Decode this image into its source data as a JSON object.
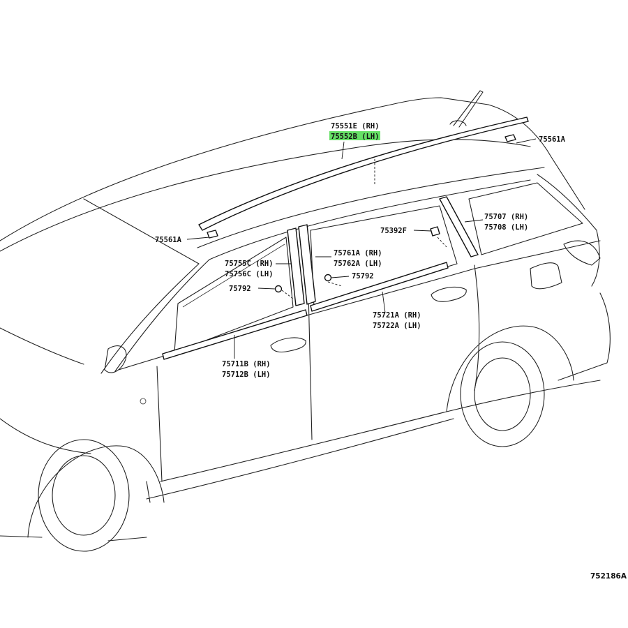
{
  "colors": {
    "highlight": "#66e066",
    "ink": "#111111"
  },
  "callouts": {
    "roof_rh": "75551E (RH)",
    "roof_lh": "75552B (LH)",
    "clip_rear": "75561A",
    "clip_front": "75561A",
    "rear_pillar_rh": "75707 (RH)",
    "rear_pillar_lh": "75708 (LH)",
    "clip_75392": "75392F",
    "center_pillar_rh": "75761A (RH)",
    "center_pillar_lh": "75762A (LH)",
    "front_pillar_rh": "75755C (RH)",
    "front_pillar_lh": "75756C (LH)",
    "clip_75792_left": "75792",
    "clip_75792_right": "75792",
    "rear_belt_rh": "75721A (RH)",
    "rear_belt_lh": "75722A (LH)",
    "front_belt_rh": "75711B (RH)",
    "front_belt_lh": "75712B (LH)"
  },
  "figure_ref": "752186A"
}
